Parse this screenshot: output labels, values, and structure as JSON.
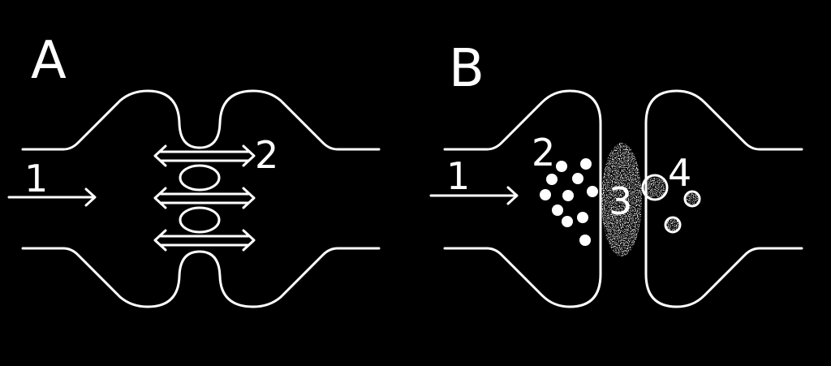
{
  "panel_a": {
    "letter": "A",
    "label_1": "1",
    "label_2": "2"
  },
  "panel_b": {
    "letter": "B",
    "label_1": "1",
    "label_2": "2",
    "label_3": "3",
    "label_4": "4"
  },
  "colors": {
    "background": "#000000",
    "foreground": "#ffffff"
  }
}
